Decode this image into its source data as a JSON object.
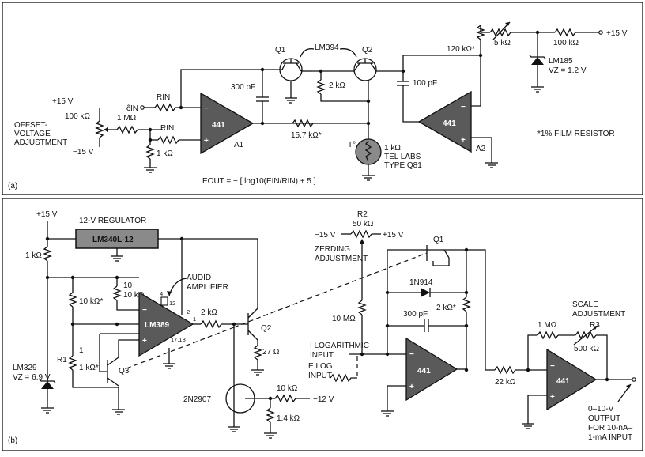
{
  "circuit_a": {
    "panel_label": "(a)",
    "plus15": "+15 V",
    "minus15": "−15 V",
    "offset_label": [
      "OFFSET-",
      "VOLTAGE",
      "ADJUSTMENT"
    ],
    "pot_100k": "100 kΩ",
    "r_1m": "1 MΩ",
    "r_1k": "1 kΩ",
    "rin": "RIN",
    "ein": "ĉIN",
    "opamp_a1": "441",
    "a1": "A1",
    "cap_300": "300 pF",
    "q1": "Q1",
    "q2": "Q2",
    "lm394": "LM394",
    "r_2k": "2 kΩ",
    "r_157": "15.7 kΩ*",
    "cap_100": "100 pF",
    "thermistor": "T°",
    "tel_labs": [
      "1 kΩ",
      "TEL LABS",
      "TYPE Q81"
    ],
    "opamp_a2": "441",
    "a2": "A2",
    "r_120": "120 kΩ*",
    "pot_5k": "5 kΩ",
    "r_100k": "100 kΩ",
    "supply_15": "+15 V",
    "lm185": "LM185",
    "vz12": "VZ = 1.2 V",
    "film_note": "*1% FILM RESISTOR",
    "eout": "EOUT = − [ log10(EIN/RIN) + 5 ]"
  },
  "circuit_b": {
    "panel_label": "(b)",
    "plus15": "+15 V",
    "regulator_title": "12-V REGULATOR",
    "regulator": "LM340L-12",
    "r_1k": "1 kΩ",
    "r_10k_star": "10 kΩ*",
    "r_10k": "10 kΩ",
    "r1": "R1",
    "r1_val": "1 kΩ*",
    "q3": "Q3",
    "lm329": "LM329",
    "vz69": "VZ = 6.9 V",
    "audio_amp": [
      "AUDID",
      "AMPLIFIER"
    ],
    "lm389": "LM389",
    "pins": [
      "4",
      "12",
      "2",
      "1",
      "17,18"
    ],
    "r_2k": "2 kΩ",
    "q2": "Q2",
    "r_27": "27 Ω",
    "q_2n2907": "2N2907",
    "r_10k_b": "10 kΩ",
    "minus12": "−12 V",
    "r_14k": "1.4 kΩ",
    "r2": "R2",
    "r2_val": "50 kΩ",
    "minus15": "−15 V",
    "plus15_b": "+15 V",
    "zero_adj": [
      "ZERDING",
      "ADJUSTMENT"
    ],
    "r_10m": "10 MΩ",
    "i_log": [
      "I LOGARITHMIC",
      "INPUT"
    ],
    "e_log": [
      "E LOG",
      "INPUT"
    ],
    "q1": "Q1",
    "diode": "1N914",
    "cap_300": "300 pF",
    "r_2k_star": "2 kΩ*",
    "opamp1": "441",
    "r_22k": "22 kΩ",
    "r_1m": "1 MΩ",
    "scale_adj": [
      "SCALE",
      "ADJUSTMENT"
    ],
    "r3": "R3",
    "r3_val": "500 kΩ",
    "opamp2": "441",
    "output": [
      "0–10-V",
      "OUTPUT",
      "FOR 10-nA–",
      "1-mA INPUT"
    ]
  }
}
